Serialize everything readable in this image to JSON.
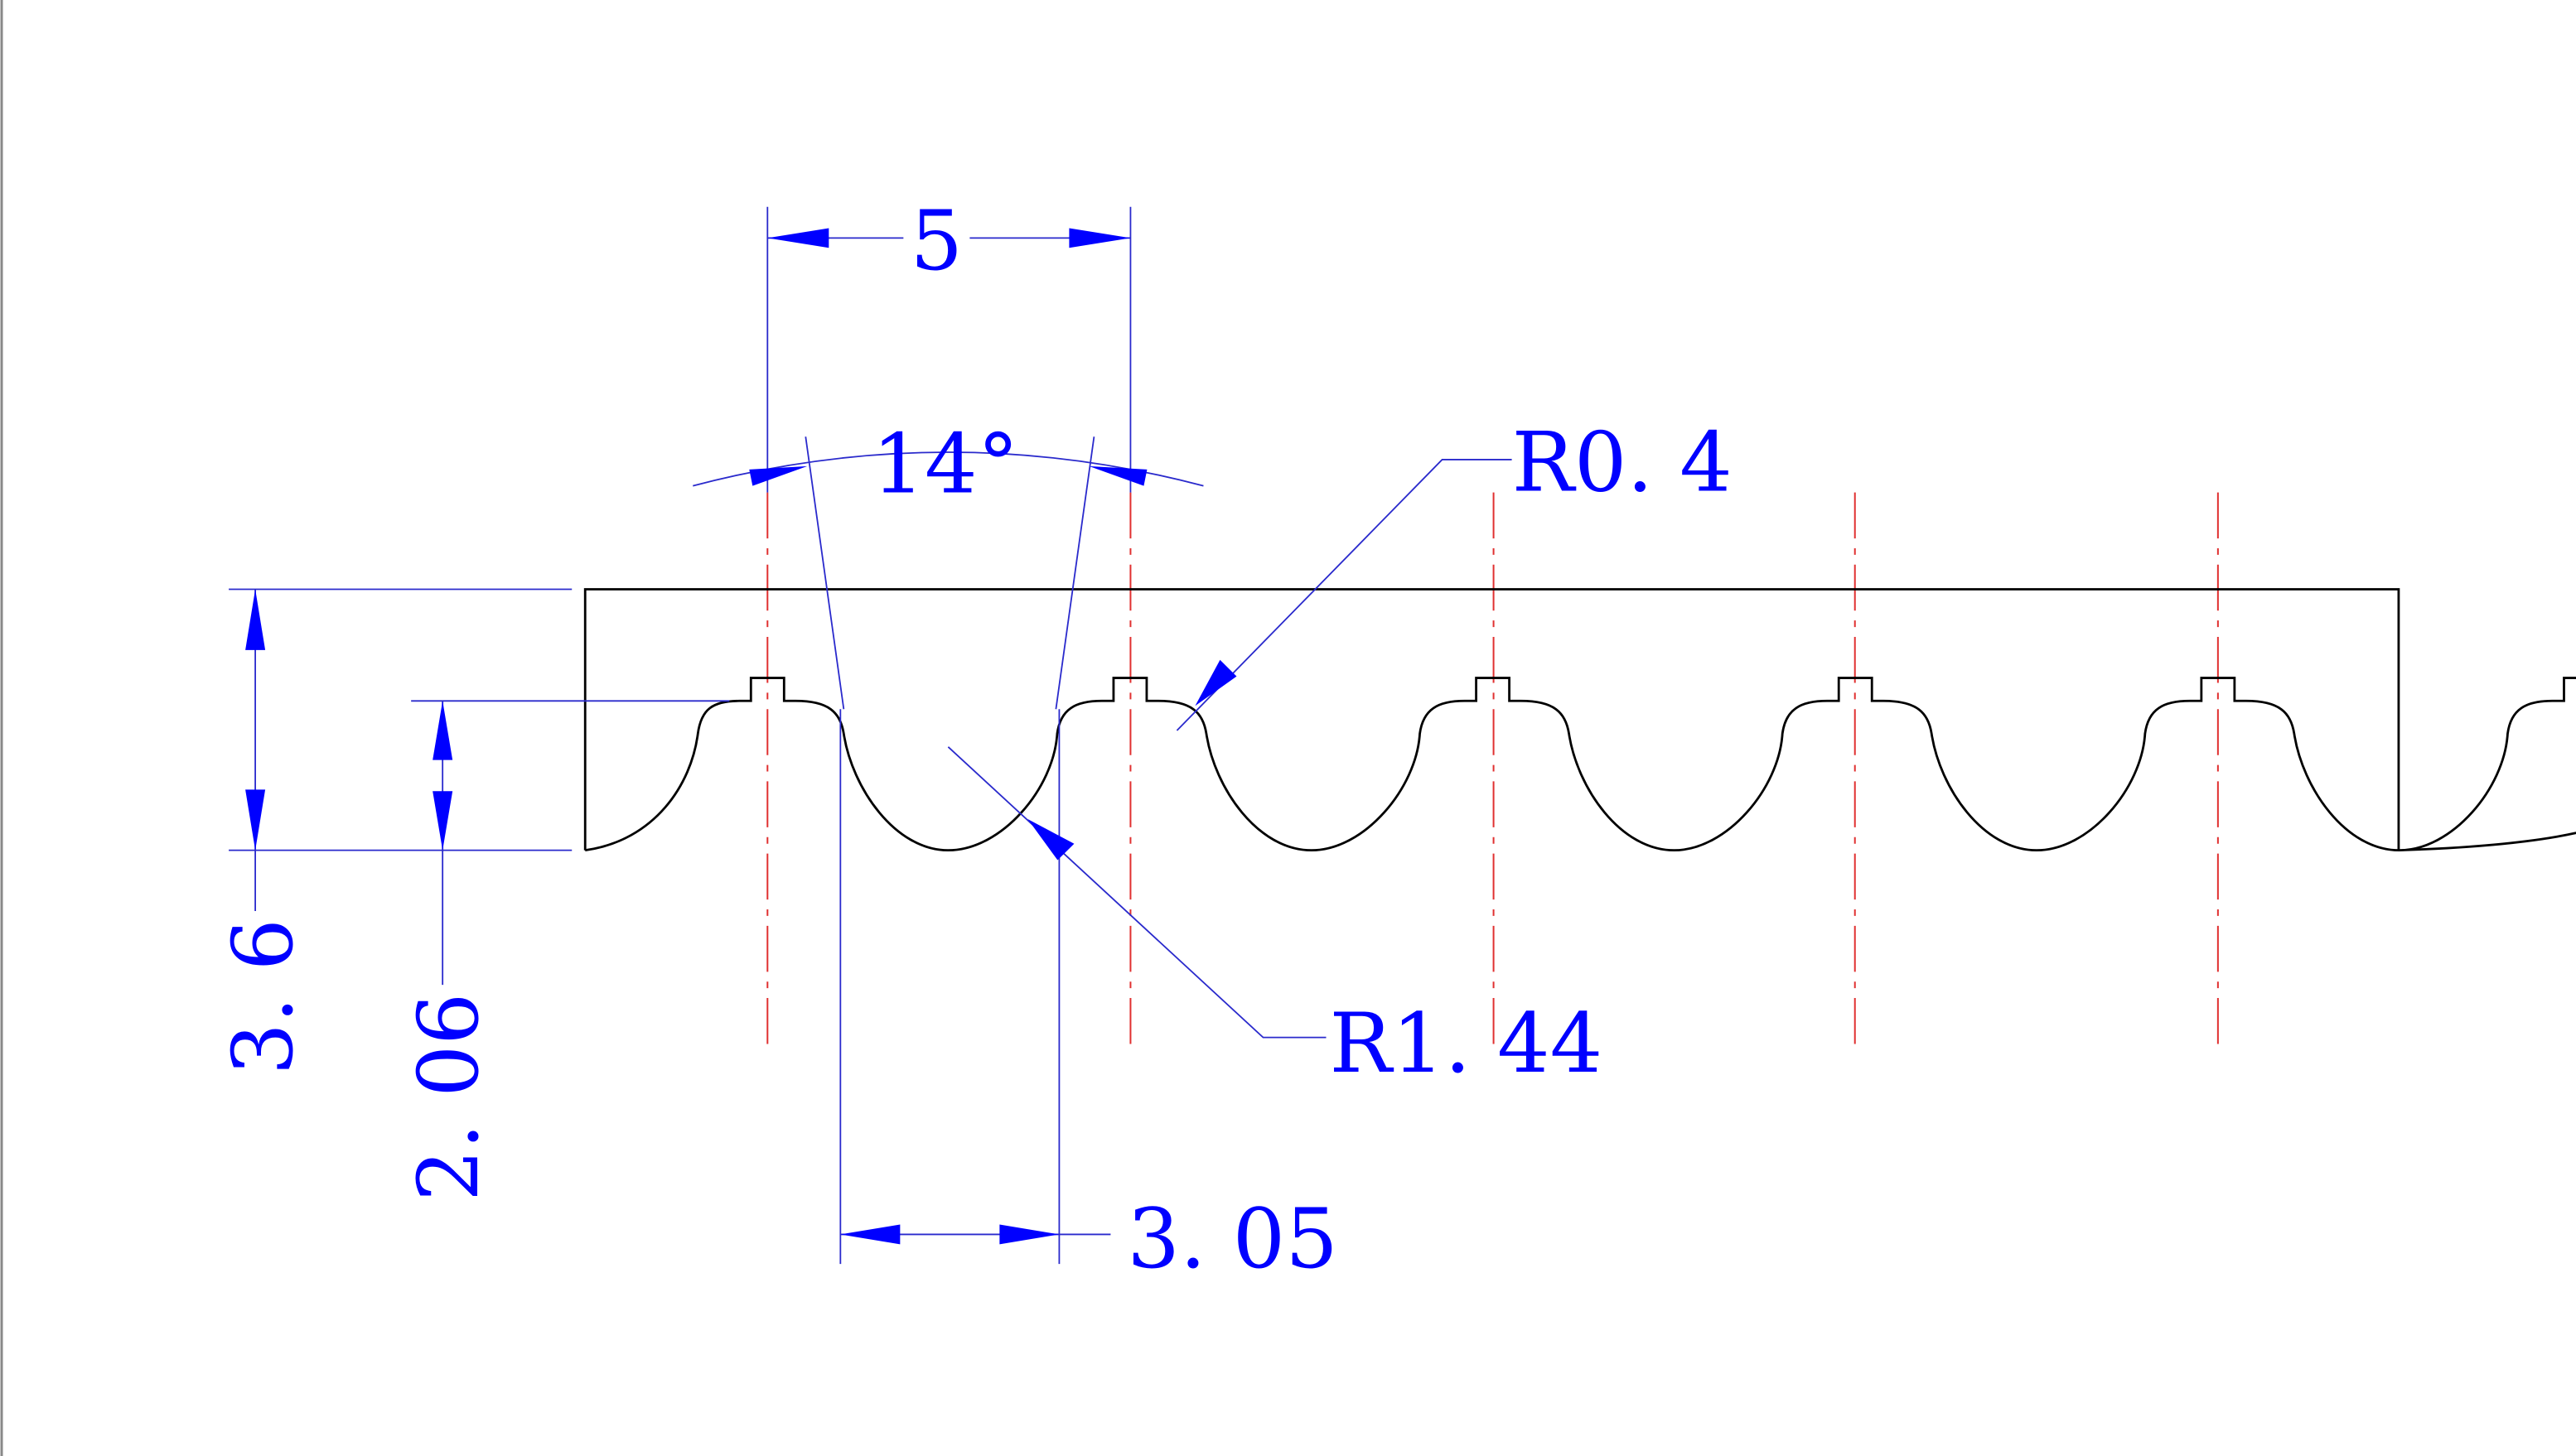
{
  "dimensions": {
    "pitch": "5",
    "angle": "14°",
    "tip_radius": "R0. 4",
    "root_radius": "R1. 44",
    "total_height": "3. 6",
    "tooth_height": "2. 06",
    "groove_width": "3. 05"
  },
  "colors": {
    "outline": "#000000",
    "dimension": "#0000ff",
    "dimension_line": "#2a2acc",
    "centerline": "#e03030"
  }
}
